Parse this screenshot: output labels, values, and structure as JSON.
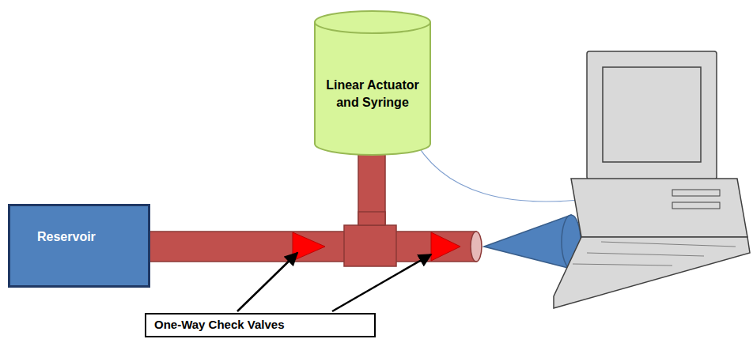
{
  "diagram": {
    "nodes": [
      {
        "text": [
          "Reservoir"
        ]
      },
      {
        "text": [
          "Linear Actuator and Syringe"
        ]
      },
      {
        "text": [
          "One-Way Check Valves"
        ]
      }
    ]
  }
}
